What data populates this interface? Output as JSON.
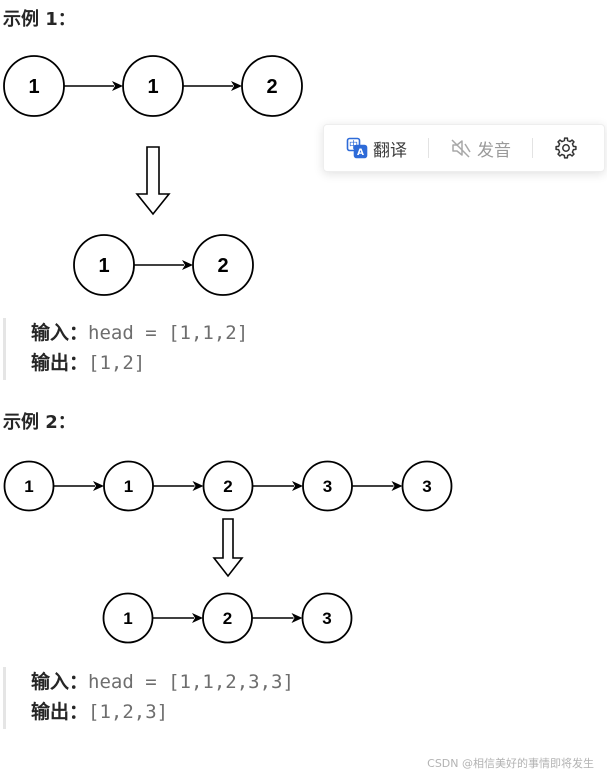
{
  "example1": {
    "heading": "示例 1：",
    "input_row": [
      1,
      1,
      2
    ],
    "output_row": [
      1,
      2
    ],
    "input_label": "输入：",
    "input_value": "head = [1,1,2]",
    "output_label": "输出：",
    "output_value": "[1,2]"
  },
  "example2": {
    "heading": "示例 2：",
    "input_row": [
      1,
      1,
      2,
      3,
      3
    ],
    "output_row": [
      1,
      2,
      3
    ],
    "input_label": "输入：",
    "input_value": "head = [1,1,2,3,3]",
    "output_label": "输出：",
    "output_value": "[1,2,3]"
  },
  "popup": {
    "translate_label": "翻译",
    "sound_label": "发音",
    "translate_icon": "translate-icon",
    "sound_icon": "speaker-muted-icon",
    "settings_icon": "gear-icon",
    "accent": "#2e6bd8"
  },
  "watermark": "CSDN @相信美好的事情即将发生"
}
